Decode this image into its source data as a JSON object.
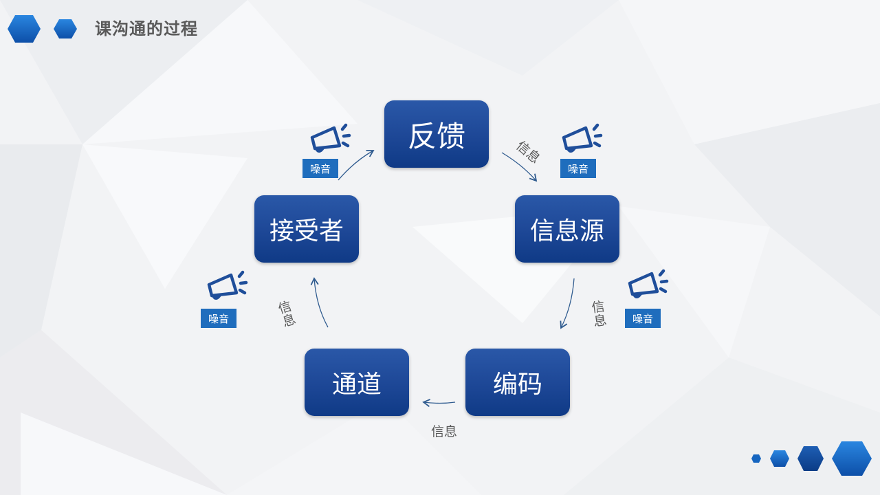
{
  "header": {
    "title": "课沟通的过程"
  },
  "nodes": {
    "feedback": "反馈",
    "source": "信息源",
    "encode": "编码",
    "channel": "通道",
    "receiver": "接受者"
  },
  "edge_labels": {
    "feedback_to_source": "信息",
    "source_to_encode": "信息",
    "encode_to_channel": "信息",
    "channel_to_receiver": "信息"
  },
  "noise": {
    "top_left": "噪音",
    "top_right": "噪音",
    "mid_left": "噪音",
    "mid_right": "噪音"
  },
  "colors": {
    "node_blue": "#1d4796",
    "noise_blue": "#1f6dbd",
    "hex_blue": "#1565c0",
    "arrow": "#2f5b8f"
  },
  "icons": {
    "noise_icon": "megaphone-icon",
    "decoration": "hexagon-icon"
  }
}
